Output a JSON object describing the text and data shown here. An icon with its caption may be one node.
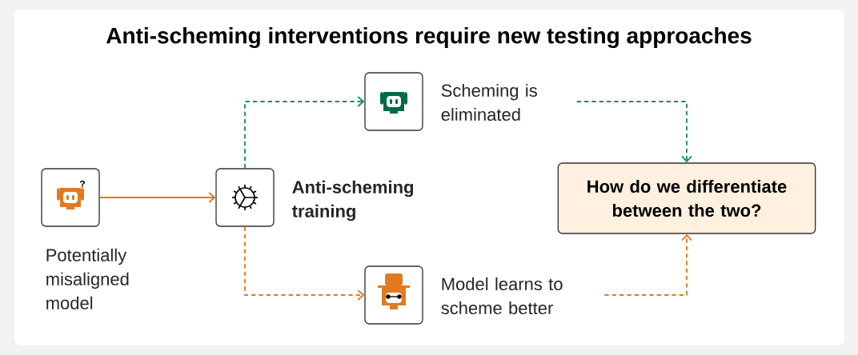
{
  "diagram": {
    "title": "Anti-scheming interventions require new testing approaches",
    "nodes": [
      {
        "text": [],
        "shape": "box",
        "beside": [
          "Potentially misaligned model"
        ]
      },
      {
        "text": [],
        "shape": "box",
        "beside": [
          "Anti-scheming training"
        ]
      },
      {
        "text": [],
        "shape": "box",
        "beside": [
          "Scheming is eliminated"
        ]
      },
      {
        "text": [],
        "shape": "box",
        "beside": [
          "Model learns to scheme better"
        ]
      },
      {
        "text": [
          "How do we differentiate between the two?"
        ]
      }
    ],
    "edges": [
      {
        "from": 0,
        "to": 1,
        "arrow": "to"
      },
      {
        "from": 1,
        "to": 2,
        "arrow": "to",
        "style": "dashed",
        "color": "#1a8a66"
      },
      {
        "from": 1,
        "to": 3,
        "arrow": "to",
        "style": "dashed"
      },
      {
        "from": 2,
        "to": 4,
        "arrow": "to",
        "style": "dashed",
        "color": "#1a8a66"
      },
      {
        "from": 3,
        "to": 4,
        "arrow": "to",
        "style": "dashed"
      }
    ],
    "labels": [
      "?"
    ]
  }
}
